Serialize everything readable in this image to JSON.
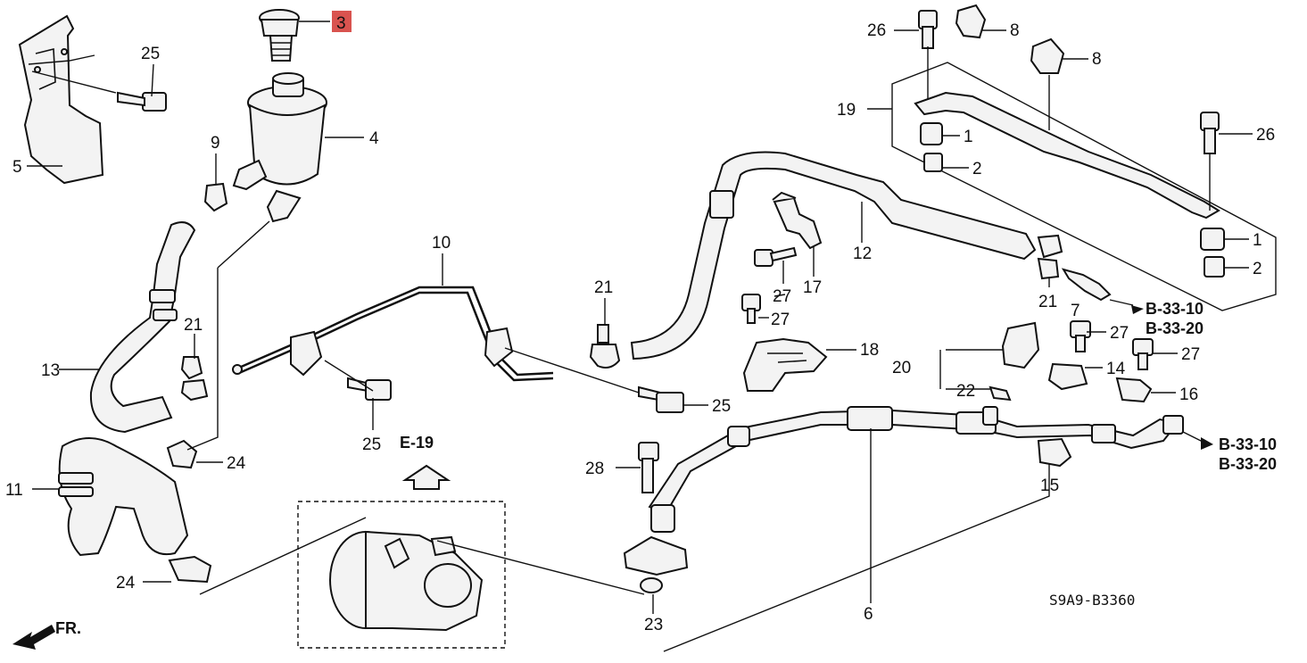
{
  "diagram": {
    "code": "S9A9-B3360",
    "front_label": "FR.",
    "highlight_color": "#d9534f",
    "callouts": {
      "c1a": "1",
      "c1b": "1",
      "c2a": "2",
      "c2b": "2",
      "c3": "3",
      "c4": "4",
      "c5": "5",
      "c6": "6",
      "c7": "7",
      "c8a": "8",
      "c8b": "8",
      "c9": "9",
      "c10": "10",
      "c11": "11",
      "c12": "12",
      "c13": "13",
      "c14": "14",
      "c15": "15",
      "c16": "16",
      "c17": "17",
      "c18": "18",
      "c19": "19",
      "c20": "20",
      "c21a": "21",
      "c21b": "21",
      "c21c": "21",
      "c22": "22",
      "c23": "23",
      "c24a": "24",
      "c24b": "24",
      "c25a": "25",
      "c25b": "25",
      "c25c": "25",
      "c26a": "26",
      "c26b": "26",
      "c27a": "27",
      "c27b": "27",
      "c27c": "27",
      "c27d": "27",
      "c28": "28"
    },
    "references": {
      "e19": "E-19",
      "b3310a": "B-33-10",
      "b3320a": "B-33-20",
      "b3310b": "B-33-10",
      "b3320b": "B-33-20"
    }
  }
}
